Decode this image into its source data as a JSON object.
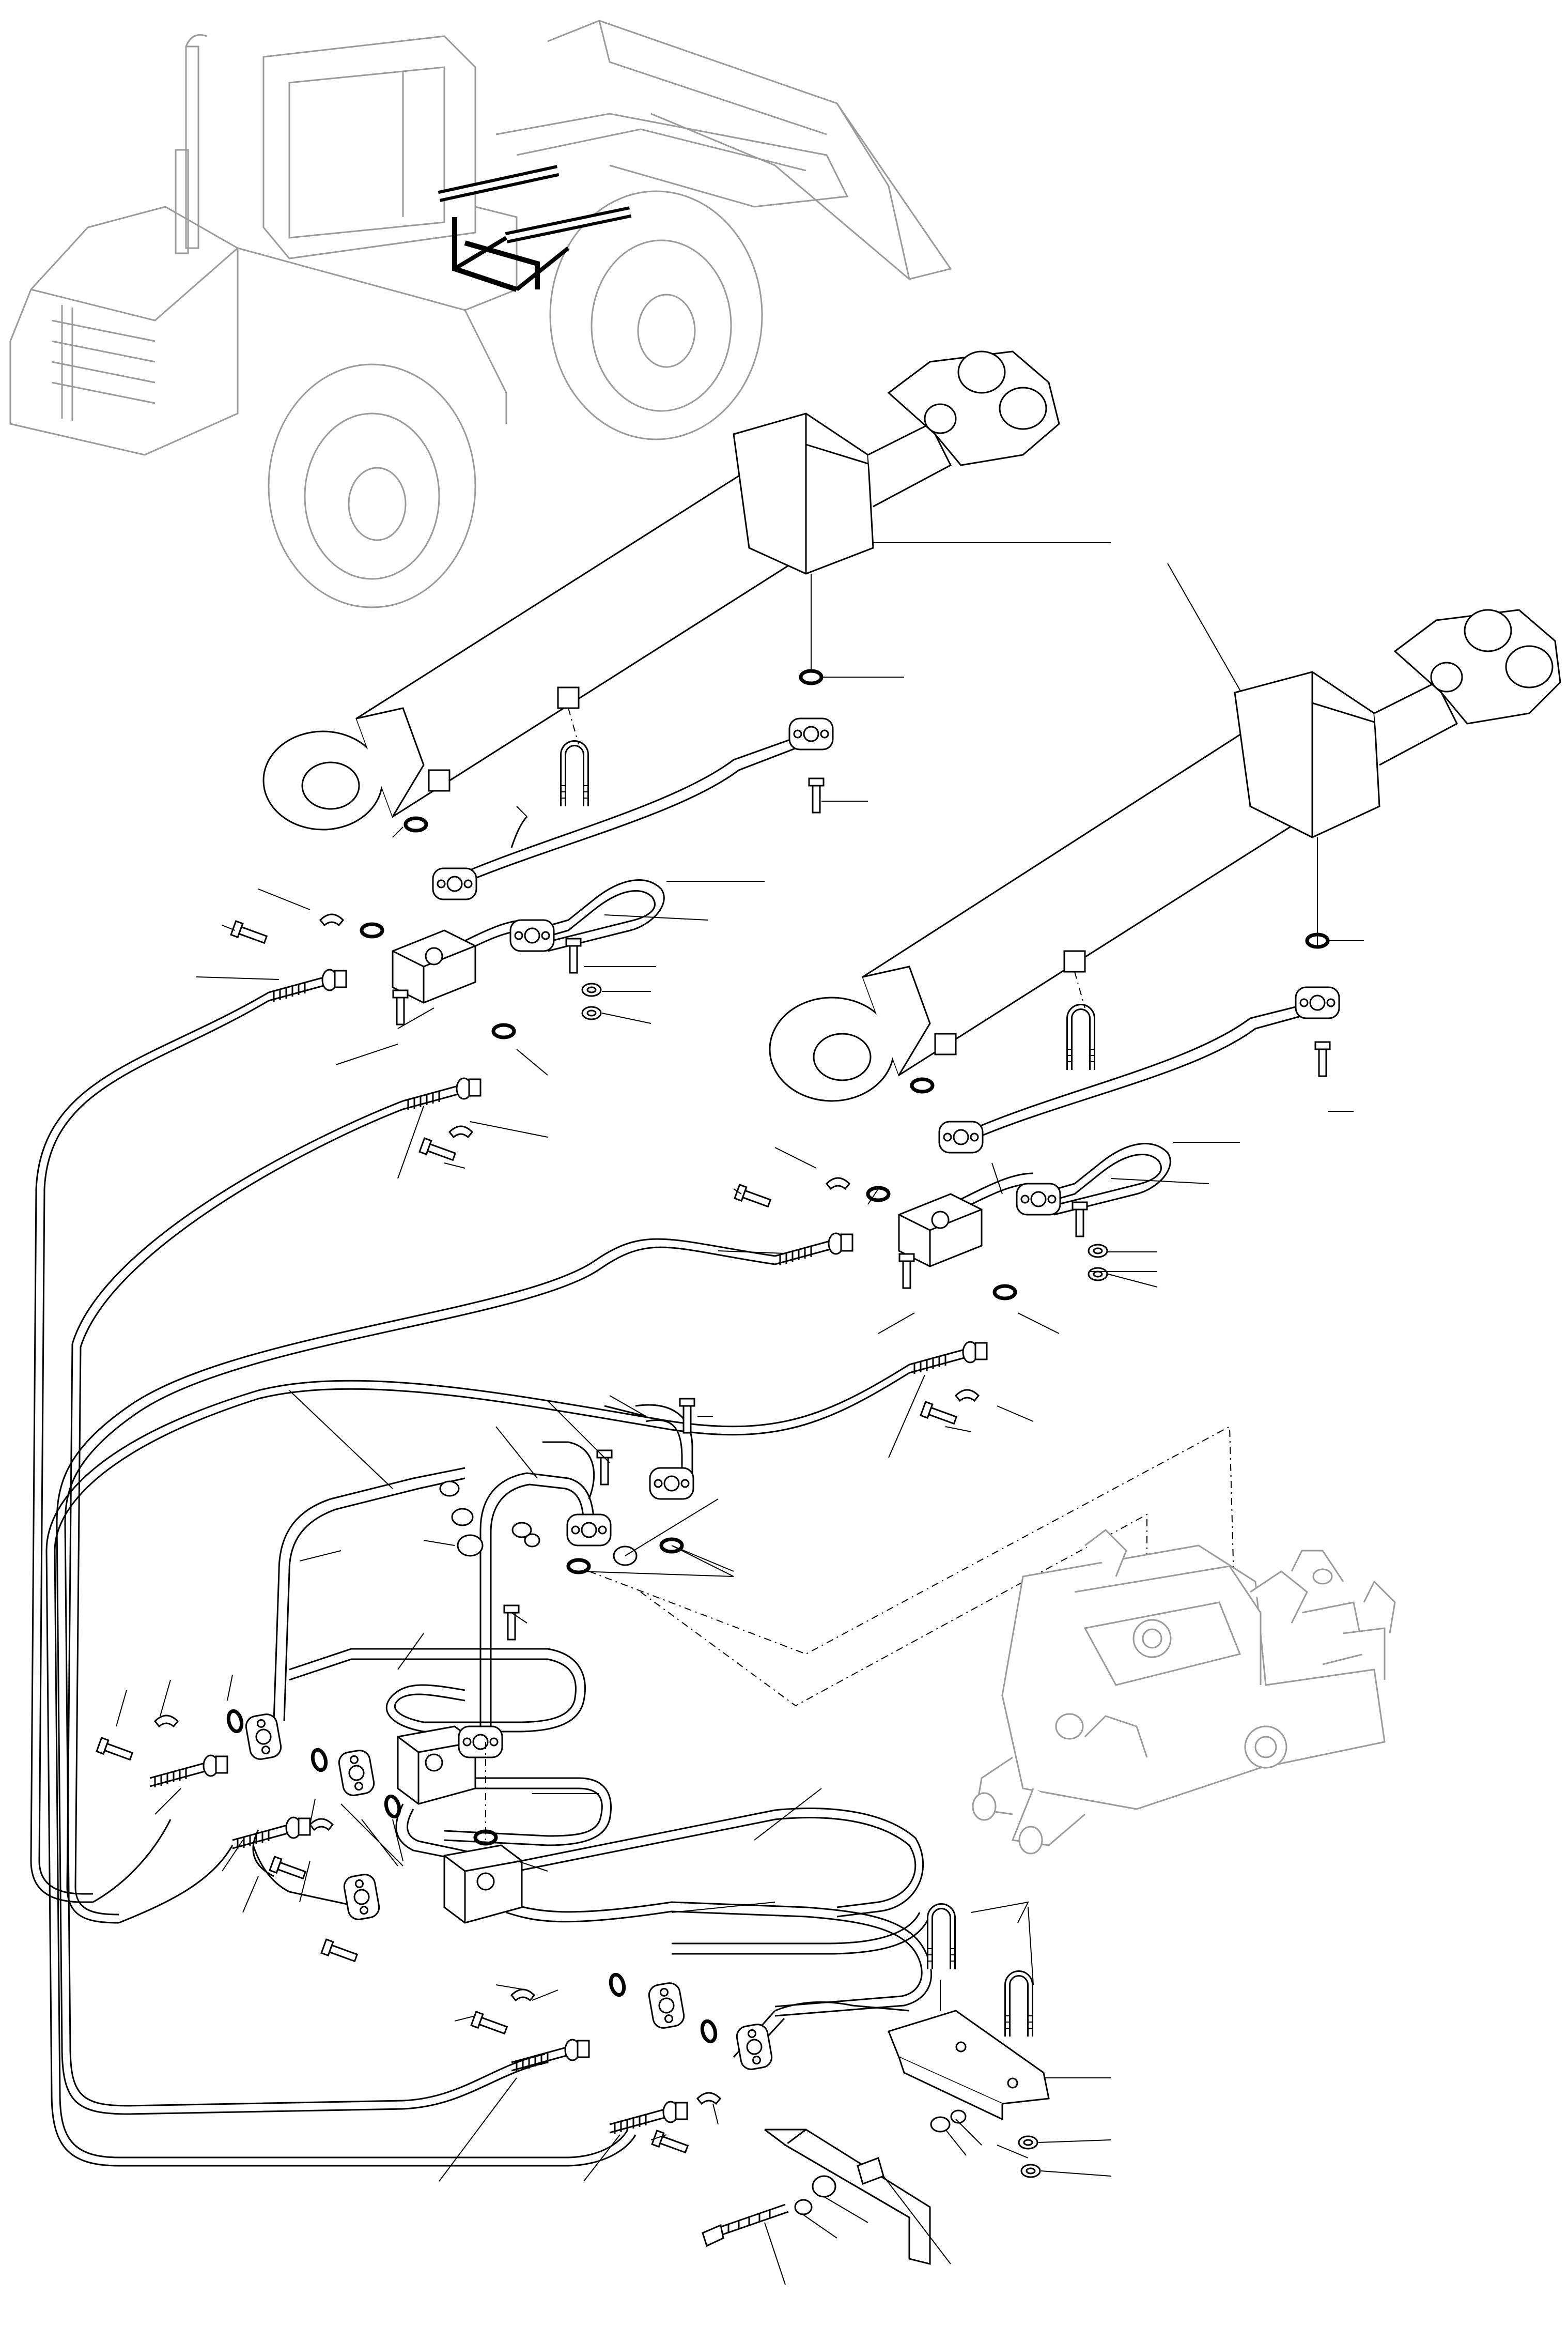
{
  "diagram": {
    "type": "exploded-parts-view",
    "labels": [],
    "colors": {
      "line": "#000000",
      "faded": "#9a9a9a",
      "background": "#ffffff"
    },
    "icons": [
      "wheel-loader-locator",
      "hydraulic-cylinder",
      "control-valve-block"
    ]
  }
}
